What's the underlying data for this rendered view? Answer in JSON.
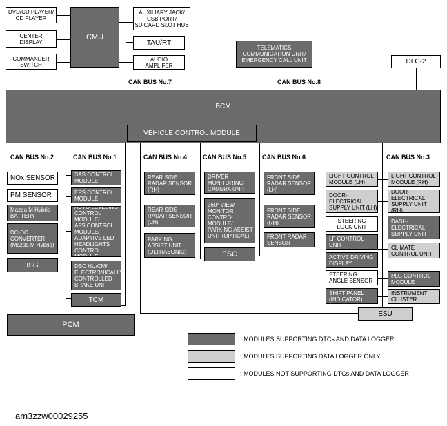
{
  "diagram": {
    "boxes": {
      "dvd": "DVD/CD PLAYER/\nCD PLAYER",
      "center_display": "CENTER\nDISPLAY",
      "commander": "COMMANDER\nSWITCH",
      "cmu": "CMU",
      "aux": "AUXILIARY JACK/\nUSB PORT/\nSD CARD SLOT HUB",
      "tau": "TAU/RT",
      "audio_amp": "AUDIO\nAMPLIFER",
      "telematics": "TELEMATICS\nCOMMUNICATION UNIT/\nEMERGENCY CALL UNIT",
      "dlc": "DLC-2",
      "bcm": "BCM",
      "vcm": "VEHICLE CONTROL MODULE",
      "nox": "NOx SENSOR",
      "pm": "PM SENSOR",
      "battery": "Mazda M Hybrid\nBATTERY",
      "dcdc": "DC-DC\nCONVERTER\n(Mazda M Hybrid)",
      "isg": "ISG",
      "pcm": "PCM",
      "sas": "SAS CONTROL\nMODULE",
      "eps": "EPS CONTROL\nMODULE",
      "auto_leveling": "AUTO LEVELING\nCONTROL MODULE/\nAFS CONTROL\nMODULE/\nADAPTIVE LED\nHEADLIGHTS\nCONTROL MODULE",
      "dsc": "DSC HU/CM/\nELECTRONICALLY\nCONTROLLED\nBRAKE UNIT",
      "tcm": "TCM",
      "rear_rh": "REAR SIDE\nRADAR SENSOR\n(RH)",
      "rear_lh": "REAR SIDE\nRADAR SENSOR\n(LH)",
      "parking": "PARKING\nASSIST UNIT\n(ULTRASONIC)",
      "driver_cam": "DRIVER\nMONITORING\nCAMERA UNIT",
      "view360": "360° VIEW\nMONITOR\nCONTROL\nMODULE/\nPARKING ASSIST\nUNIT (OPTICAL)",
      "fsc": "FSC",
      "front_lh": "FRONT SIDE\nRADAR SENSOR\n(LH)",
      "front_rh": "FRONT SIDE\nRADAR SENSOR\n(RH)",
      "front_radar": "FRONT RADAR\nSENSOR",
      "light_lh": "LIGHT CONTROL\nMODULE (LH)",
      "light_rh": "LIGHT CONTROL\nMODULE (RH)",
      "door_lh": "DOOR-\nELECTRICAL\nSUPPLY UNIT (LH)",
      "door_rh": "DOOR-\nELECTRICAL\nSUPPLY UNIT (RH)",
      "steering_lock": "STEERING\nLOCK UNIT",
      "dash": "DASH-\nELECTRICAL\nSUPPLY UNIT",
      "lf_control": "LF CONTROL\nUNIT",
      "climate": "CLIMATE\nCONTROL UNIT",
      "active_driving": "ACTIVE DRIVING\nDISPLAY",
      "steering_angle": "STEERING\nANGLE SENSOR",
      "plg": "PLG CONTROL\nMODULE",
      "shift_panel": "SHIFT PANEL\n(INDICATOR)",
      "instrument": "INSTRUMENT\nCLUSTER",
      "esu": "ESU"
    },
    "bus_labels": {
      "bus7": "CAN BUS No.7",
      "bus8": "CAN BUS No.8",
      "bus2": "CAN BUS No.2",
      "bus1": "CAN BUS No.1",
      "bus4": "CAN BUS No.4",
      "bus5": "CAN BUS No.5",
      "bus6": "CAN BUS No.6",
      "bus3": "CAN BUS No.3"
    },
    "legend": {
      "dark": ": MODULES SUPPORTING DTCs AND DATA LOGGER",
      "light": ": MODULES SUPPORTING  DATA LOGGER ONLY",
      "white": ": MODULES NOT SUPPORTING DTCs AND DATA LOGGER"
    },
    "colors": {
      "dark": "#6b6b6b",
      "light": "#cfcfcf",
      "white": "#ffffff"
    }
  },
  "figure_code": "am3zzw00029255"
}
